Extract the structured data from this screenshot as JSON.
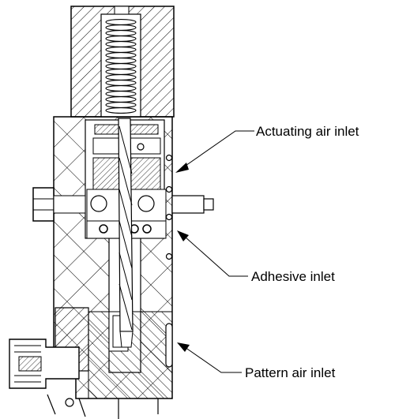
{
  "labels": {
    "actuating_air_inlet": "Actuating air inlet",
    "adhesive_inlet": "Adhesive inlet",
    "pattern_air_inlet": "Pattern air inlet"
  },
  "colors": {
    "line": "#000000",
    "background": "#ffffff"
  }
}
